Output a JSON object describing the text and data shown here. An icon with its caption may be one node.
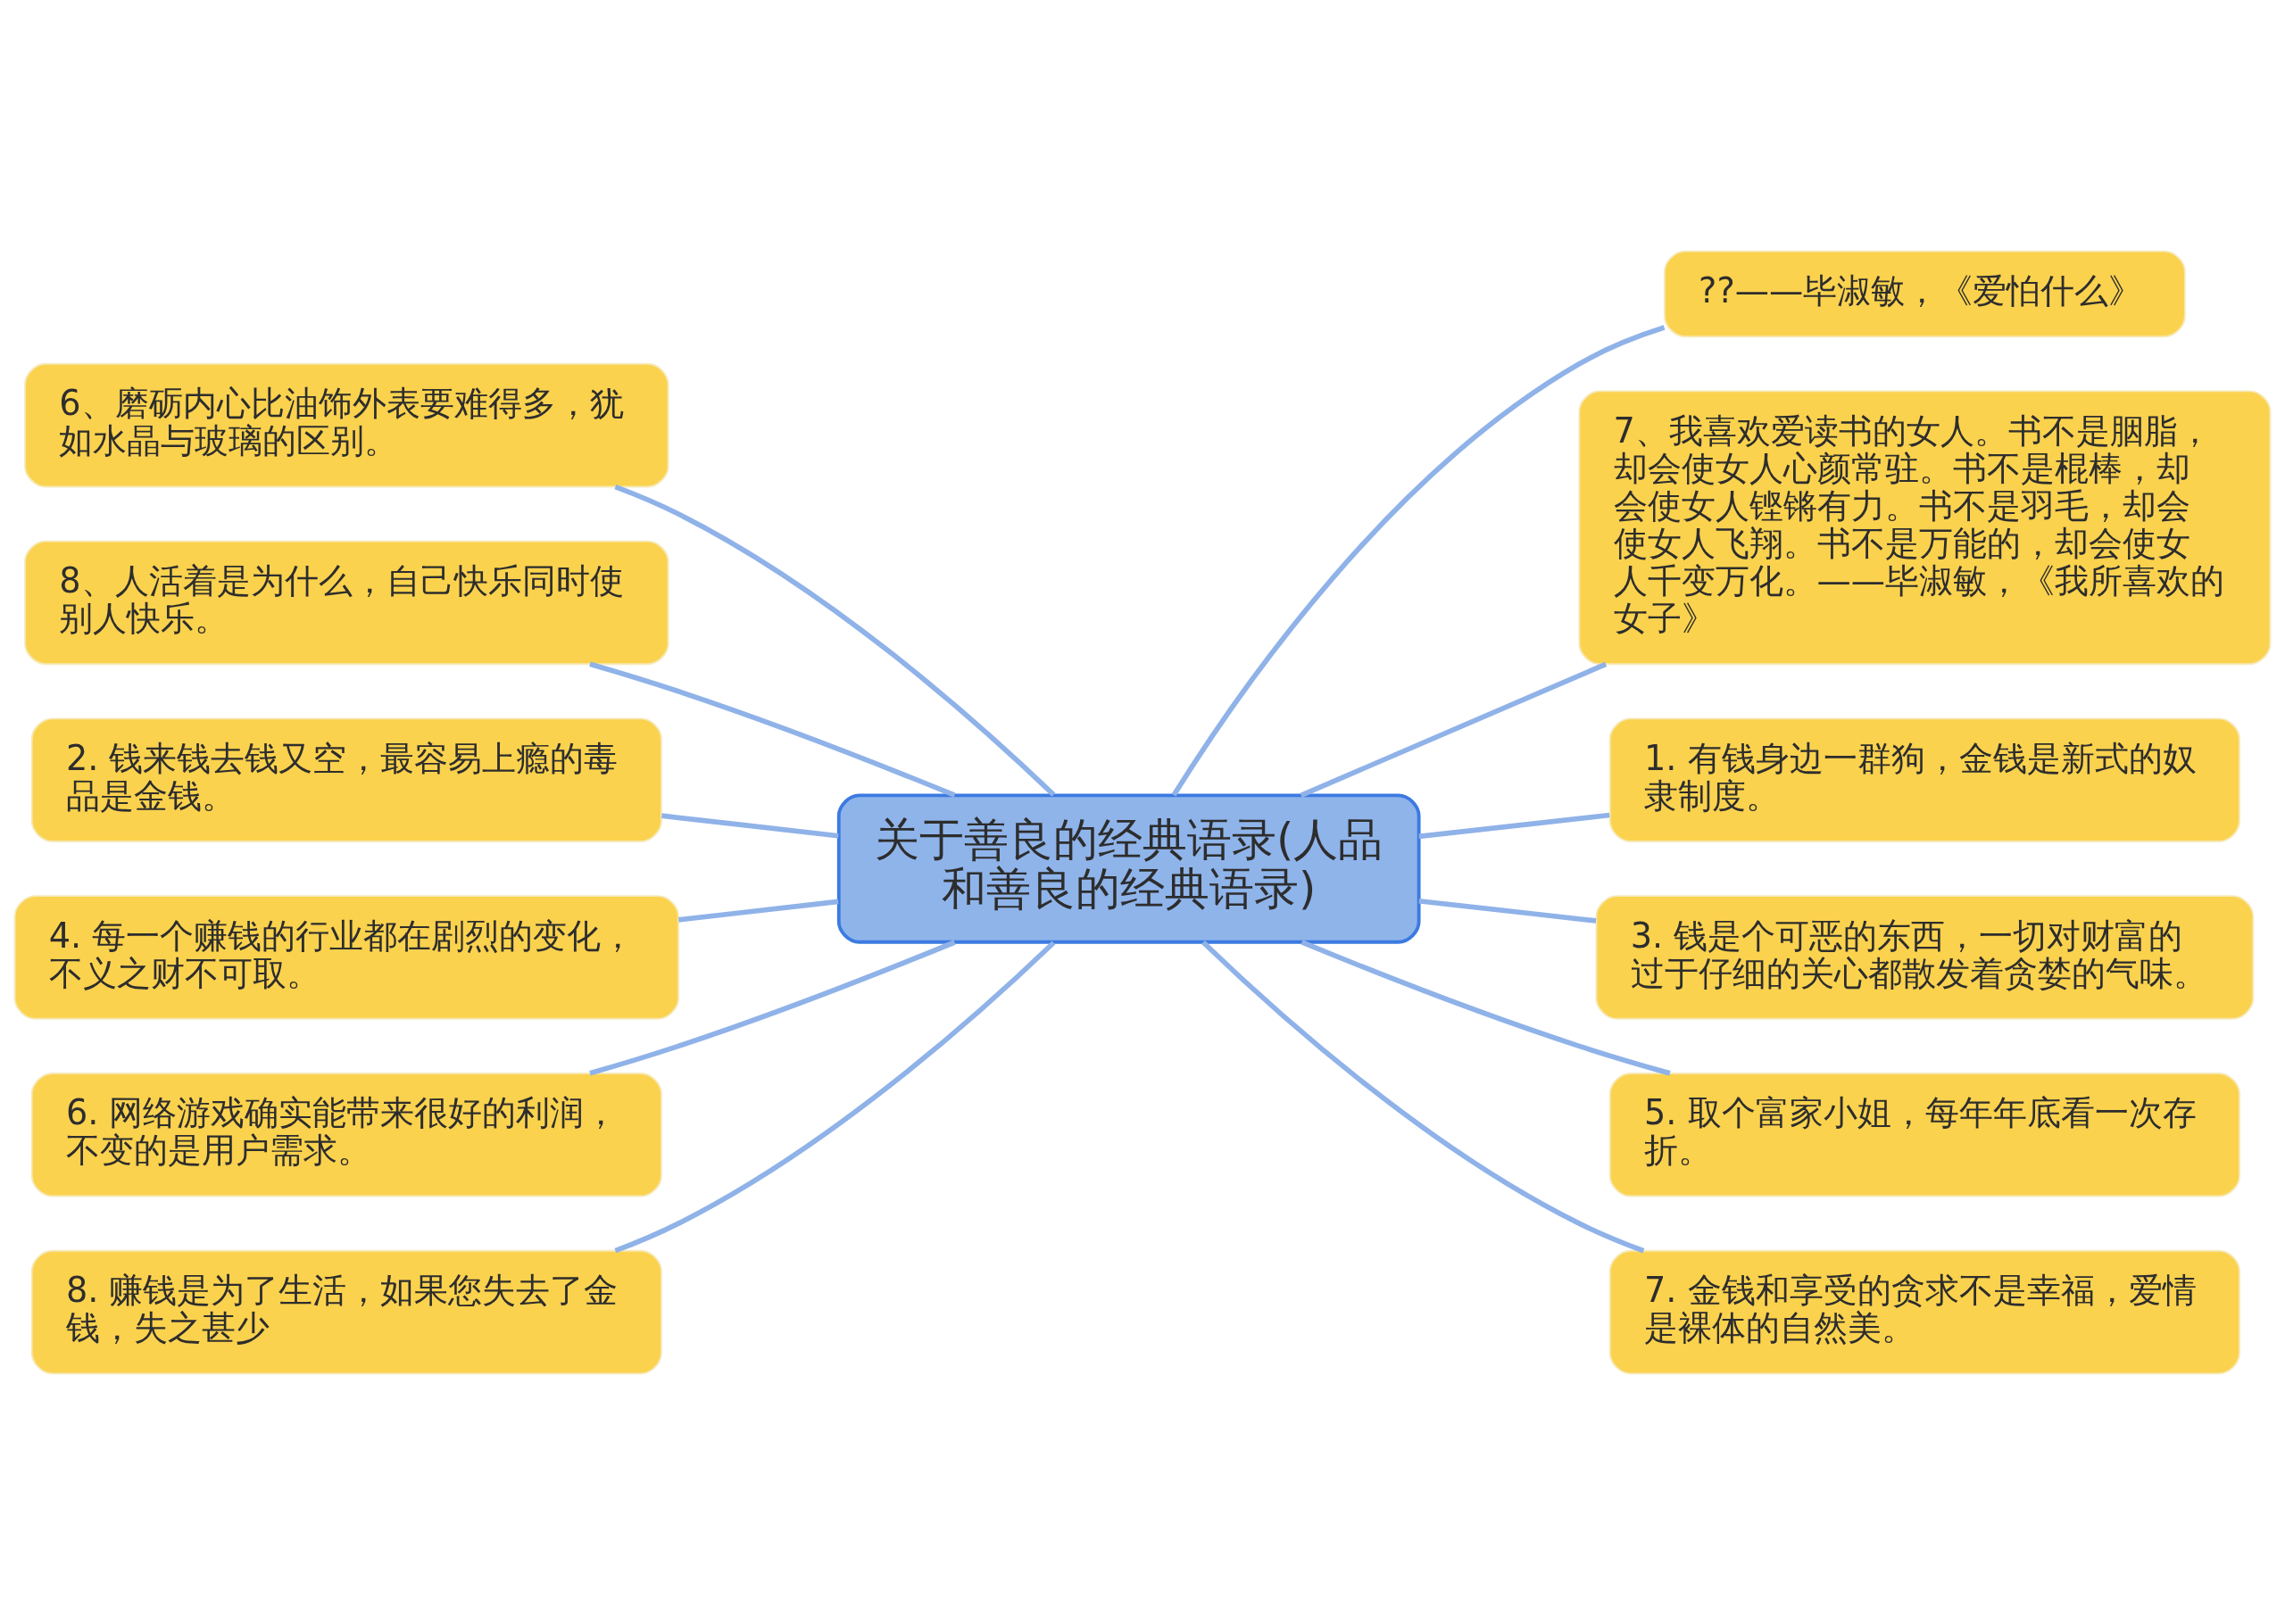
{
  "diagram": {
    "nodes": [
      {
        "text": [
          "关于善良的经典语录(人品和善良的经典语录)"
        ]
      },
      {
        "text": [
          "6、磨砺内心比油饰外表要难得多，犹如水晶与玻璃的区别。"
        ]
      },
      {
        "text": [
          "8、人活着是为什么，自己快乐同时使别人快乐。"
        ]
      },
      {
        "text": [
          "2. 钱来钱去钱又空，最容易上瘾的毒品是金钱。"
        ]
      },
      {
        "text": [
          "4. 每一个赚钱的行业都在剧烈的变化，不义之财不可取。"
        ]
      },
      {
        "text": [
          "6. 网络游戏确实能带来很好的利润，不变的是用户需求。"
        ]
      },
      {
        "text": [
          "8. 赚钱是为了生活，如果您失去了金钱，失之甚少"
        ]
      },
      {
        "text": [
          "??——毕淑敏，《爱怕什么》"
        ]
      },
      {
        "text": [
          "7、我喜欢爱读书的女人。书不是胭脂，却会使女人心颜常驻。书不是棍棒，却会使女人铿锵有力。书不是羽毛，却会使女人飞翔。书不是万能的，却会使女人千变万化。——毕淑敏，《我所喜欢的女子》"
        ]
      },
      {
        "text": [
          "1. 有钱身边一群狗，金钱是新式的奴隶制度。"
        ]
      },
      {
        "text": [
          "3. 钱是个可恶的东西，一切对财富的过于仔细的关心都散发着贪婪的气味。"
        ]
      },
      {
        "text": [
          "5. 取个富家小姐，每年年底看一次存折。"
        ]
      },
      {
        "text": [
          "7. 金钱和享受的贪求不是幸福，爱情是裸体的自然美。"
        ]
      }
    ],
    "edges": [
      {
        "from": 0,
        "to": 1,
        "arrow": "none"
      },
      {
        "from": 0,
        "to": 2,
        "arrow": "none"
      },
      {
        "from": 0,
        "to": 3,
        "arrow": "none"
      },
      {
        "from": 0,
        "to": 4,
        "arrow": "none"
      },
      {
        "from": 0,
        "to": 5,
        "arrow": "none"
      },
      {
        "from": 0,
        "to": 6,
        "arrow": "none"
      },
      {
        "from": 0,
        "to": 7,
        "arrow": "none"
      },
      {
        "from": 0,
        "to": 8,
        "arrow": "none"
      },
      {
        "from": 0,
        "to": 9,
        "arrow": "none"
      },
      {
        "from": 0,
        "to": 10,
        "arrow": "none"
      },
      {
        "from": 0,
        "to": 11,
        "arrow": "none"
      },
      {
        "from": 0,
        "to": 12,
        "arrow": "none"
      }
    ]
  }
}
